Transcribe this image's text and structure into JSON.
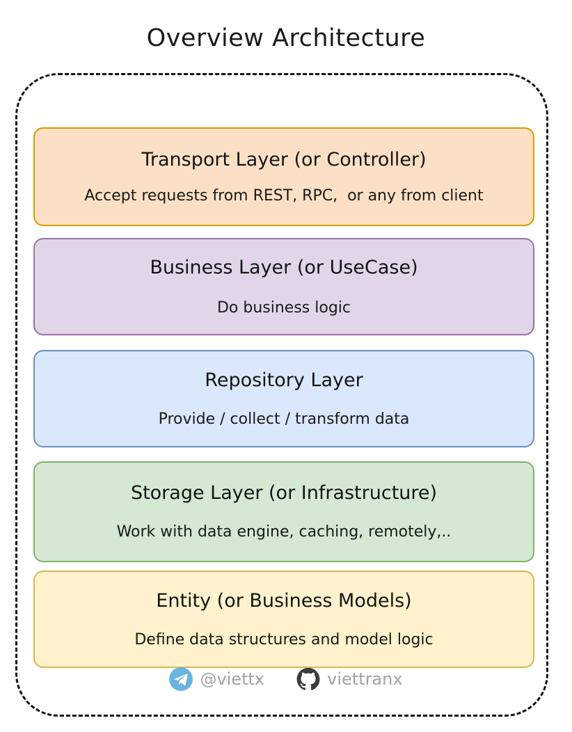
{
  "page": {
    "title": "Overview Architecture",
    "background": "#ffffff",
    "frame": {
      "style": "dashed",
      "color": "#111111"
    }
  },
  "diagram": {
    "type": "layered-architecture",
    "layers": [
      {
        "id": "transport-layer",
        "title": "Transport Layer (or Controller)",
        "subtitle": "Accept requests from REST, RPC,  or any from client",
        "fill": "#fbe0c5",
        "border": "#d79b00"
      },
      {
        "id": "business-layer",
        "title": "Business Layer (or UseCase)",
        "subtitle": "Do business logic",
        "fill": "#e1d5e7",
        "border": "#9673a6"
      },
      {
        "id": "repository-layer",
        "title": "Repository Layer",
        "subtitle": "Provide / collect / transform data",
        "fill": "#dae8fc",
        "border": "#6c8ebf"
      },
      {
        "id": "storage-layer",
        "title": "Storage Layer (or Infrastructure)",
        "subtitle": "Work with data engine, caching, remotely,..",
        "fill": "#d5e8d4",
        "border": "#82b366"
      },
      {
        "id": "entity-layer",
        "title": "Entity (or Business Models)",
        "subtitle": "Define data structures and model logic",
        "fill": "#fff2cc",
        "border": "#d6b656"
      }
    ]
  },
  "footer": {
    "credits": [
      {
        "icon": "telegram-icon",
        "icon_color": "#68b5e2",
        "label": "@viettx",
        "label_color": "#a3a3a3"
      },
      {
        "icon": "github-icon",
        "icon_color": "#3b3b3b",
        "label": "viettranx",
        "label_color": "#a3a3a3"
      }
    ]
  }
}
